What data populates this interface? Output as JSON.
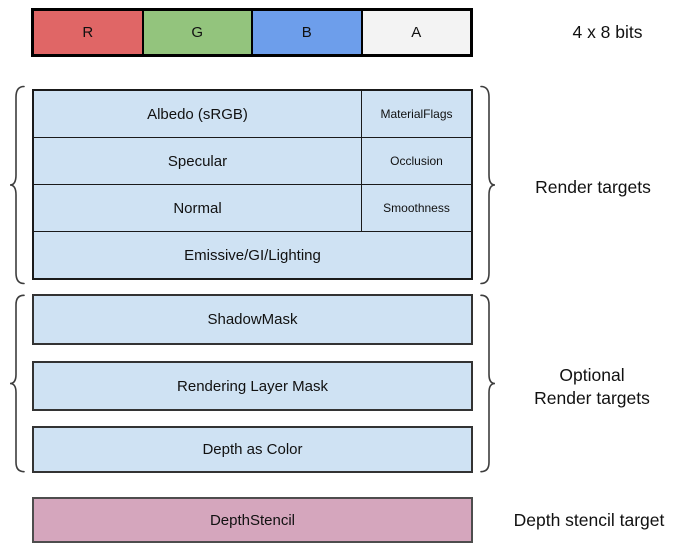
{
  "colors": {
    "channel_r": "#e06666",
    "channel_g": "#93c47d",
    "channel_b": "#6d9eeb",
    "channel_a": "#f3f3f3",
    "buffer_fill": "#cfe2f3",
    "depth_stencil_fill": "#d5a6bd",
    "border_dark": "#1a1a1a"
  },
  "top_bar": {
    "channels": [
      {
        "label": "R"
      },
      {
        "label": "G"
      },
      {
        "label": "B"
      },
      {
        "label": "A"
      }
    ],
    "bits_label": "4 x 8 bits"
  },
  "render_targets": {
    "section_label": "Render targets",
    "rows": [
      {
        "main": "Albedo (sRGB)",
        "alpha": "MaterialFlags"
      },
      {
        "main": "Specular",
        "alpha": "Occlusion"
      },
      {
        "main": "Normal",
        "alpha": "Smoothness"
      },
      {
        "main": "Emissive/GI/Lighting"
      }
    ]
  },
  "optional_render_targets": {
    "section_label_line1": "Optional",
    "section_label_line2": "Render targets",
    "boxes": [
      {
        "label": "ShadowMask"
      },
      {
        "label": "Rendering Layer Mask"
      },
      {
        "label": "Depth as Color"
      }
    ]
  },
  "depth_stencil": {
    "section_label": "Depth stencil target",
    "box_label": "DepthStencil"
  }
}
